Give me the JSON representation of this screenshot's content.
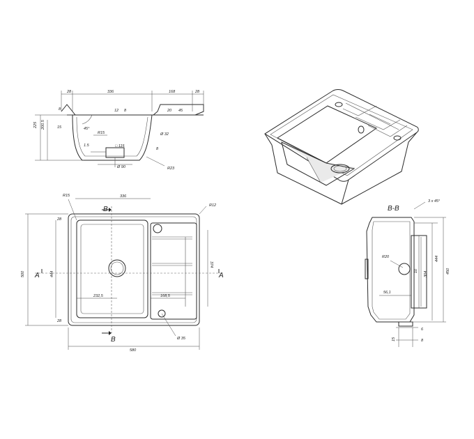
{
  "section_view": {
    "labels": [
      "28",
      "336",
      "168",
      "28",
      "8",
      "15",
      "12",
      "8",
      "Ø 32",
      "20",
      "45",
      "R15",
      "□ 115",
      "Ø 90",
      "R23",
      "1.5",
      "225",
      "200.5",
      "45°",
      "8"
    ]
  },
  "plan_view": {
    "labels": [
      "R15",
      "336",
      "R12",
      "374",
      "500",
      "444",
      "232,5",
      "168,5",
      "Ø 35",
      "580",
      "28",
      "28"
    ],
    "section_marks": [
      "B",
      "B",
      "A",
      "A"
    ]
  },
  "section_bb": {
    "title": "B-B",
    "labels": [
      "3 x 45°",
      "R20",
      "10",
      "304",
      "56,1",
      "444",
      "450",
      "6",
      "8",
      "15"
    ]
  }
}
